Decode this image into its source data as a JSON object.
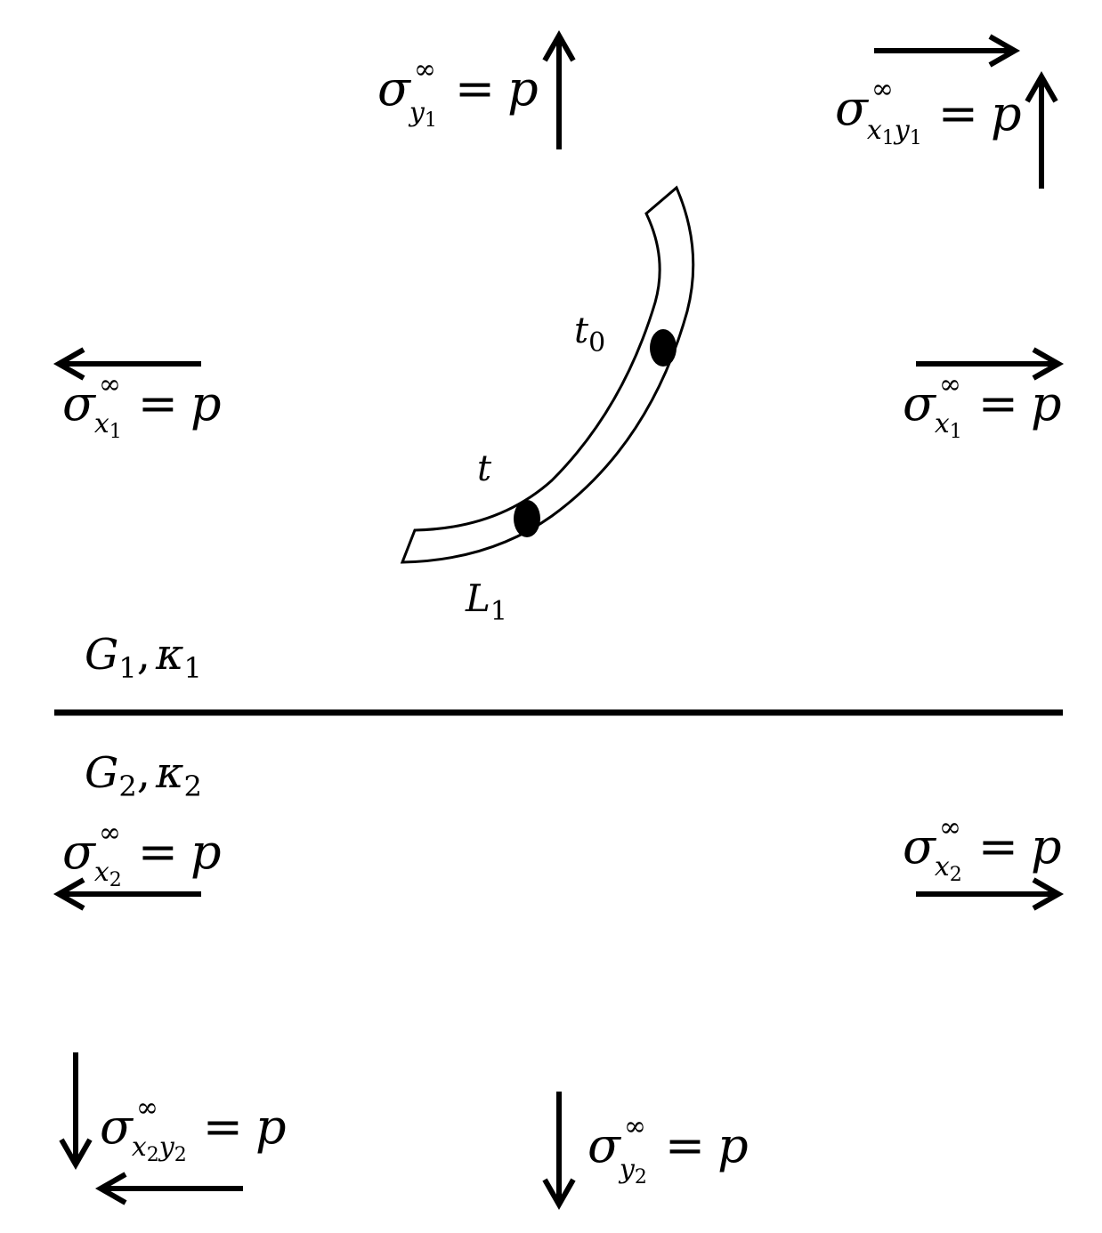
{
  "symbols": {
    "sigma": "σ",
    "infinity": "∞",
    "equals": "=",
    "load": "p",
    "subscript_one": "1",
    "subscript_two": "2",
    "var_x": "x",
    "var_y": "y",
    "comma": ","
  },
  "material_upper": {
    "shear_modulus": "G",
    "index": "1",
    "kappa": "κ"
  },
  "material_lower": {
    "shear_modulus": "G",
    "index": "2",
    "kappa": "κ"
  },
  "crack": {
    "name": "L",
    "index": "1"
  },
  "points": {
    "t0_symbol": "t",
    "t0_index": "0",
    "t_symbol": "t"
  }
}
